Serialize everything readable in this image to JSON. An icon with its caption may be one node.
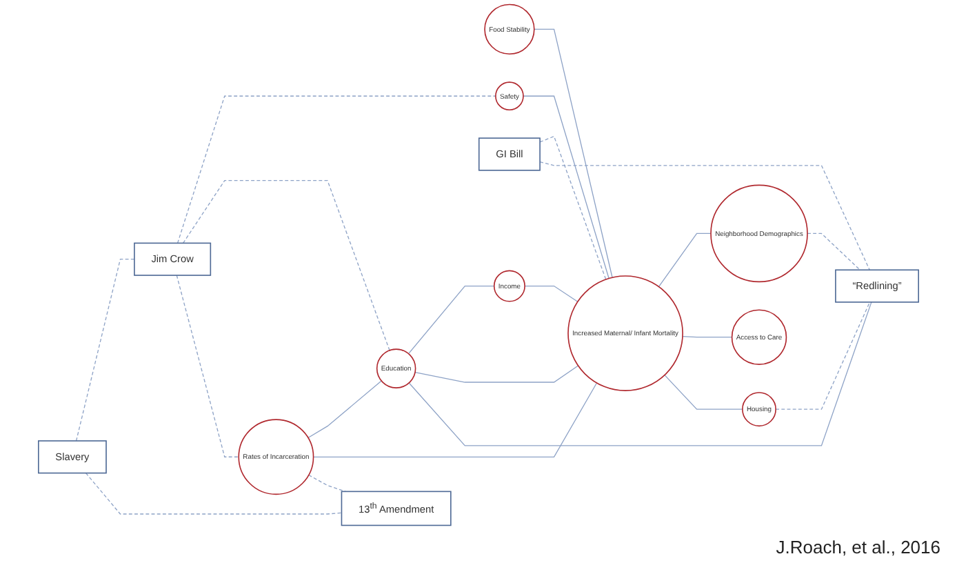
{
  "diagram": {
    "nodes": [
      {
        "text": [
          "Slavery"
        ]
      },
      {
        "text": [
          "Food Stability"
        ]
      },
      {
        "text": [
          "Education"
        ]
      },
      {
        "text": [
          "Income"
        ]
      },
      {
        "text": [
          "GI Bill"
        ]
      },
      {
        "text": [
          "Safety"
        ]
      },
      {
        "text": [
          "Increased Maternal/ Infant Mortality"
        ]
      },
      {
        "text": [
          "Neighborhood Demographics"
        ]
      },
      {
        "text": [
          "Jim Crow"
        ]
      },
      {
        "text": [
          "Rates of Incarceration"
        ]
      },
      {
        "text": [
          "Access to Care"
        ]
      },
      {
        "text": [
          "Housing"
        ]
      },
      {
        "text": [
          "“Redlining”"
        ]
      },
      {
        "text": [
          "13$^{th}$ Amendment"
        ]
      }
    ],
    "edges": [
      {
        "from": 0,
        "to": 8,
        "arrow": "none",
        "style": "dashed"
      },
      {
        "from": 0,
        "to": 13,
        "arrow": "none",
        "style": "dashed"
      },
      {
        "from": 1,
        "to": 6,
        "arrow": "none"
      },
      {
        "from": 2,
        "to": 3,
        "arrow": "none"
      },
      {
        "from": 2,
        "to": 6,
        "arrow": "none"
      },
      {
        "from": 2,
        "to": 12,
        "arrow": "none"
      },
      {
        "from": 3,
        "to": 6,
        "arrow": "none"
      },
      {
        "from": 4,
        "to": 6,
        "arrow": "none",
        "style": "dashed"
      },
      {
        "from": 4,
        "to": 12,
        "arrow": "none",
        "style": "dashed"
      },
      {
        "from": 5,
        "to": 6,
        "arrow": "none"
      },
      {
        "from": 6,
        "to": 7,
        "arrow": "none"
      },
      {
        "from": 7,
        "to": 12,
        "arrow": "none",
        "style": "dashed"
      },
      {
        "from": 8,
        "to": 5,
        "arrow": "none",
        "style": "dashed"
      },
      {
        "from": 8,
        "to": 2,
        "arrow": "none",
        "style": "dashed"
      },
      {
        "from": 8,
        "to": 9,
        "arrow": "none",
        "style": "dashed"
      },
      {
        "from": 9,
        "to": 2,
        "arrow": "none"
      },
      {
        "from": 9,
        "to": 6,
        "arrow": "none"
      },
      {
        "from": 9,
        "to": 13,
        "arrow": "none",
        "style": "dashed"
      },
      {
        "from": 6,
        "to": 10,
        "arrow": "none"
      },
      {
        "from": 6,
        "to": 11,
        "arrow": "none"
      },
      {
        "from": 11,
        "to": 12,
        "arrow": "none",
        "style": "dashed"
      }
    ],
    "labels": [
      "J.Roach, et al., 2016"
    ]
  }
}
